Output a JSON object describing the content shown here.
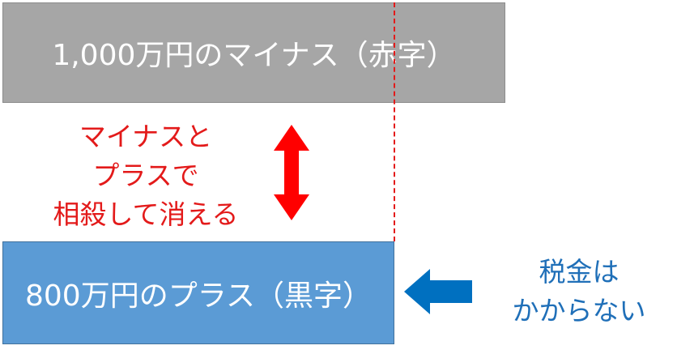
{
  "loss_box": {
    "label": "1,000万円のマイナス（赤字）"
  },
  "profit_box": {
    "label": "800万円のプラス（黒字）"
  },
  "offset_note": {
    "lines": [
      "マイナスと",
      "プラスで",
      "相殺して消える"
    ]
  },
  "tax_note": {
    "lines": [
      "税金は",
      "かからない"
    ]
  },
  "colors": {
    "loss_box": "#a6a6a6",
    "profit_box": "#5b9bd5",
    "accent_red": "#e31a1a",
    "accent_blue": "#1f6fb8",
    "arrow_blue": "#0070c0"
  },
  "icons": {
    "offset_arrow": "up-down-arrow-icon",
    "tax_arrow": "left-arrow-icon"
  }
}
